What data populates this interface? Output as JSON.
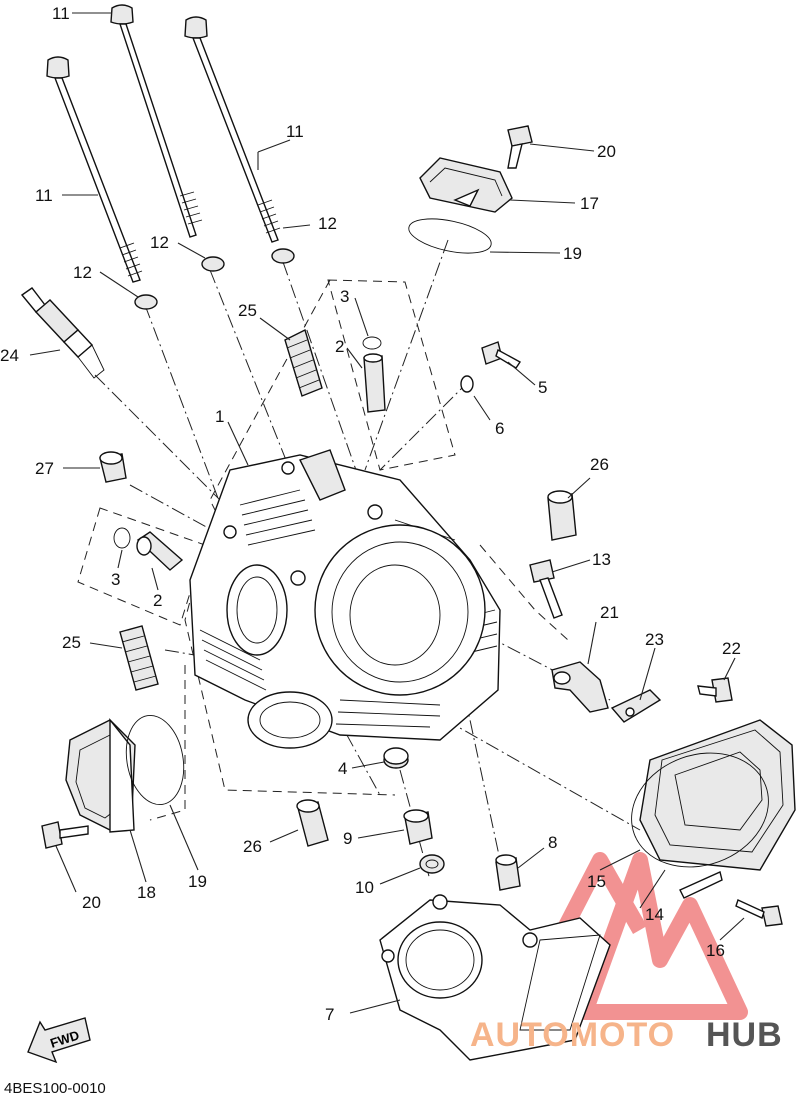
{
  "diagram": {
    "code": "4BES100-0010",
    "fwd_label": "FWD",
    "watermark": {
      "text_a": "AUTOMOTO",
      "text_b": "HUB",
      "color_a": "#f6b48a",
      "color_b": "#555555",
      "logo_color": "#f08080"
    },
    "callouts": [
      {
        "id": "c11a",
        "label": "11"
      },
      {
        "id": "c11b",
        "label": "11"
      },
      {
        "id": "c11c",
        "label": "11"
      },
      {
        "id": "c12a",
        "label": "12"
      },
      {
        "id": "c12b",
        "label": "12"
      },
      {
        "id": "c12c",
        "label": "12"
      },
      {
        "id": "c24",
        "label": "24"
      },
      {
        "id": "c25a",
        "label": "25"
      },
      {
        "id": "c3a",
        "label": "3"
      },
      {
        "id": "c2a",
        "label": "2"
      },
      {
        "id": "c1",
        "label": "1"
      },
      {
        "id": "c27",
        "label": "27"
      },
      {
        "id": "c20a",
        "label": "20"
      },
      {
        "id": "c17",
        "label": "17"
      },
      {
        "id": "c19a",
        "label": "19"
      },
      {
        "id": "c5",
        "label": "5"
      },
      {
        "id": "c6",
        "label": "6"
      },
      {
        "id": "c26a",
        "label": "26"
      },
      {
        "id": "c13",
        "label": "13"
      },
      {
        "id": "c21",
        "label": "21"
      },
      {
        "id": "c23",
        "label": "23"
      },
      {
        "id": "c22",
        "label": "22"
      },
      {
        "id": "c3b",
        "label": "3"
      },
      {
        "id": "c2b",
        "label": "2"
      },
      {
        "id": "c25b",
        "label": "25"
      },
      {
        "id": "c4",
        "label": "4"
      },
      {
        "id": "c9",
        "label": "9"
      },
      {
        "id": "c8",
        "label": "8"
      },
      {
        "id": "c10",
        "label": "10"
      },
      {
        "id": "c26b",
        "label": "26"
      },
      {
        "id": "c20b",
        "label": "20"
      },
      {
        "id": "c18",
        "label": "18"
      },
      {
        "id": "c19b",
        "label": "19"
      },
      {
        "id": "c15",
        "label": "15"
      },
      {
        "id": "c14",
        "label": "14"
      },
      {
        "id": "c16",
        "label": "16"
      },
      {
        "id": "c7",
        "label": "7"
      }
    ]
  }
}
